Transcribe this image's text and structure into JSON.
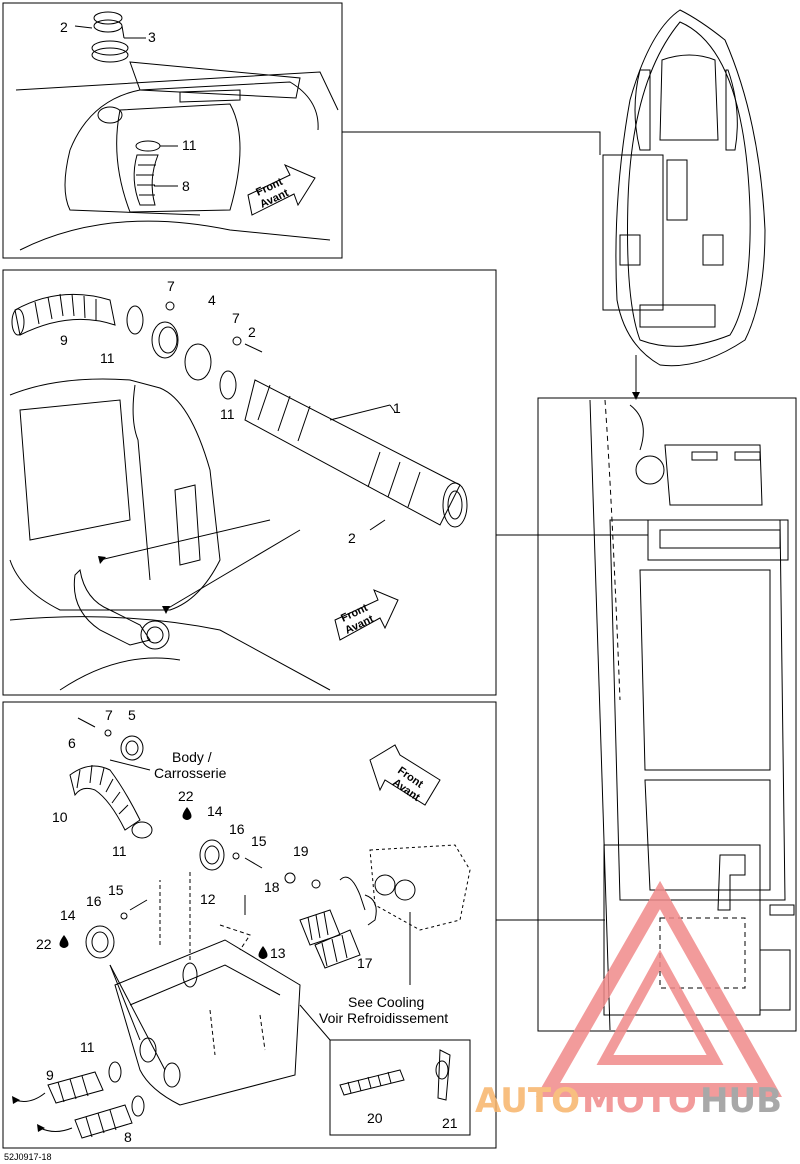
{
  "panels": {
    "top_left": {
      "callouts": [
        "2",
        "3",
        "11",
        "8"
      ],
      "direction_label": {
        "line1": "Front",
        "line2": "Avant"
      }
    },
    "middle": {
      "callouts": [
        "7",
        "4",
        "9",
        "11",
        "7",
        "2",
        "11",
        "1",
        "2"
      ],
      "direction_label": {
        "line1": "Front",
        "line2": "Avant"
      }
    },
    "bottom": {
      "callouts": [
        "7",
        "5",
        "6",
        "10",
        "22",
        "14",
        "11",
        "16",
        "15",
        "19",
        "18",
        "12",
        "16",
        "15",
        "14",
        "22",
        "13",
        "17",
        "11",
        "9",
        "8",
        "20",
        "21"
      ],
      "body_label": "Body /",
      "body_label_fr": "Carrosserie",
      "see_cooling": "See Cooling",
      "see_cooling_fr": "Voir Refroidissement",
      "direction_label": {
        "line1": "Front",
        "line2": "Avant"
      }
    }
  },
  "watermark": {
    "part1": "AUTO",
    "part2": "MOTO",
    "part3": "HUB",
    "color1": "#f7b46b",
    "color2": "#f08a8a",
    "color3": "#9a9a9a"
  },
  "drawing_code": "52J0917-18"
}
